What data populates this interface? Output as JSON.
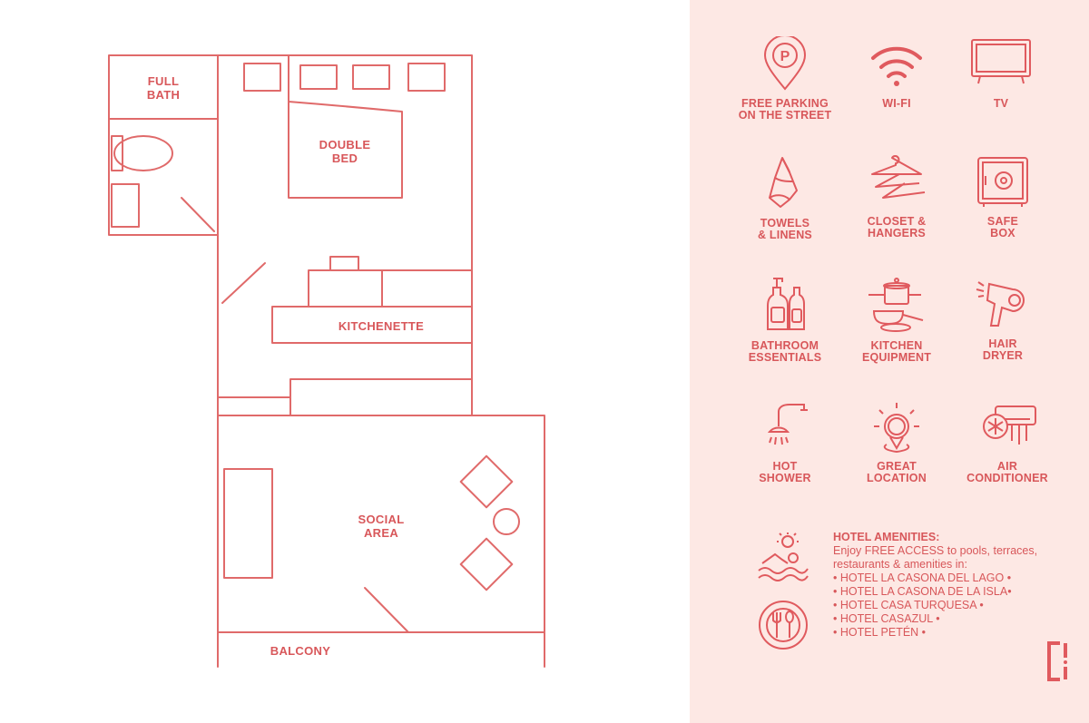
{
  "floorplan": {
    "rooms": [
      {
        "id": "full-bath",
        "label": "FULL\nBATH"
      },
      {
        "id": "double-bed",
        "label": "DOUBLE\nBED"
      },
      {
        "id": "kitchenette",
        "label": "KITCHENETTE"
      },
      {
        "id": "social-area",
        "label": "SOCIAL\nAREA"
      },
      {
        "id": "balcony",
        "label": "BALCONY"
      }
    ],
    "line_color": "#e06a6a"
  },
  "amenities": [
    {
      "id": "free-parking",
      "icon": "parking-pin-icon",
      "label": "FREE PARKING\nON THE STREET"
    },
    {
      "id": "wifi",
      "icon": "wifi-icon",
      "label": "WI-FI"
    },
    {
      "id": "tv",
      "icon": "tv-icon",
      "label": "TV"
    },
    {
      "id": "towels",
      "icon": "towel-icon",
      "label": "TOWELS\n& LINENS"
    },
    {
      "id": "closet",
      "icon": "hangers-icon",
      "label": "CLOSET &\nHANGERS"
    },
    {
      "id": "safe",
      "icon": "safe-icon",
      "label": "SAFE\nBOX"
    },
    {
      "id": "bathroom",
      "icon": "bottles-icon",
      "label": "BATHROOM\nESSENTIALS"
    },
    {
      "id": "kitchen",
      "icon": "cookware-icon",
      "label": "KITCHEN\nEQUIPMENT"
    },
    {
      "id": "hairdryer",
      "icon": "hair-dryer-icon",
      "label": "HAIR\nDRYER"
    },
    {
      "id": "shower",
      "icon": "shower-icon",
      "label": "HOT\nSHOWER"
    },
    {
      "id": "location",
      "icon": "location-sun-icon",
      "label": "GREAT\nLOCATION"
    },
    {
      "id": "ac",
      "icon": "air-conditioner-icon",
      "label": "AIR\nCONDITIONER"
    }
  ],
  "hotel_amenities": {
    "title": "HOTEL AMENITIES:",
    "intro": "Enjoy FREE ACCESS to pools, terraces, restaurants & amenities in:",
    "hotels": [
      "• HOTEL LA CASONA DEL LAGO •",
      "• HOTEL LA CASONA DE LA ISLA•",
      "• HOTEL CASA TURQUESA •",
      "• HOTEL CASAZUL •",
      "• HOTEL PETÉN •"
    ]
  },
  "colors": {
    "accent": "#d8575a",
    "panel": "#fde8e4",
    "plan_line": "#e06a6a"
  }
}
